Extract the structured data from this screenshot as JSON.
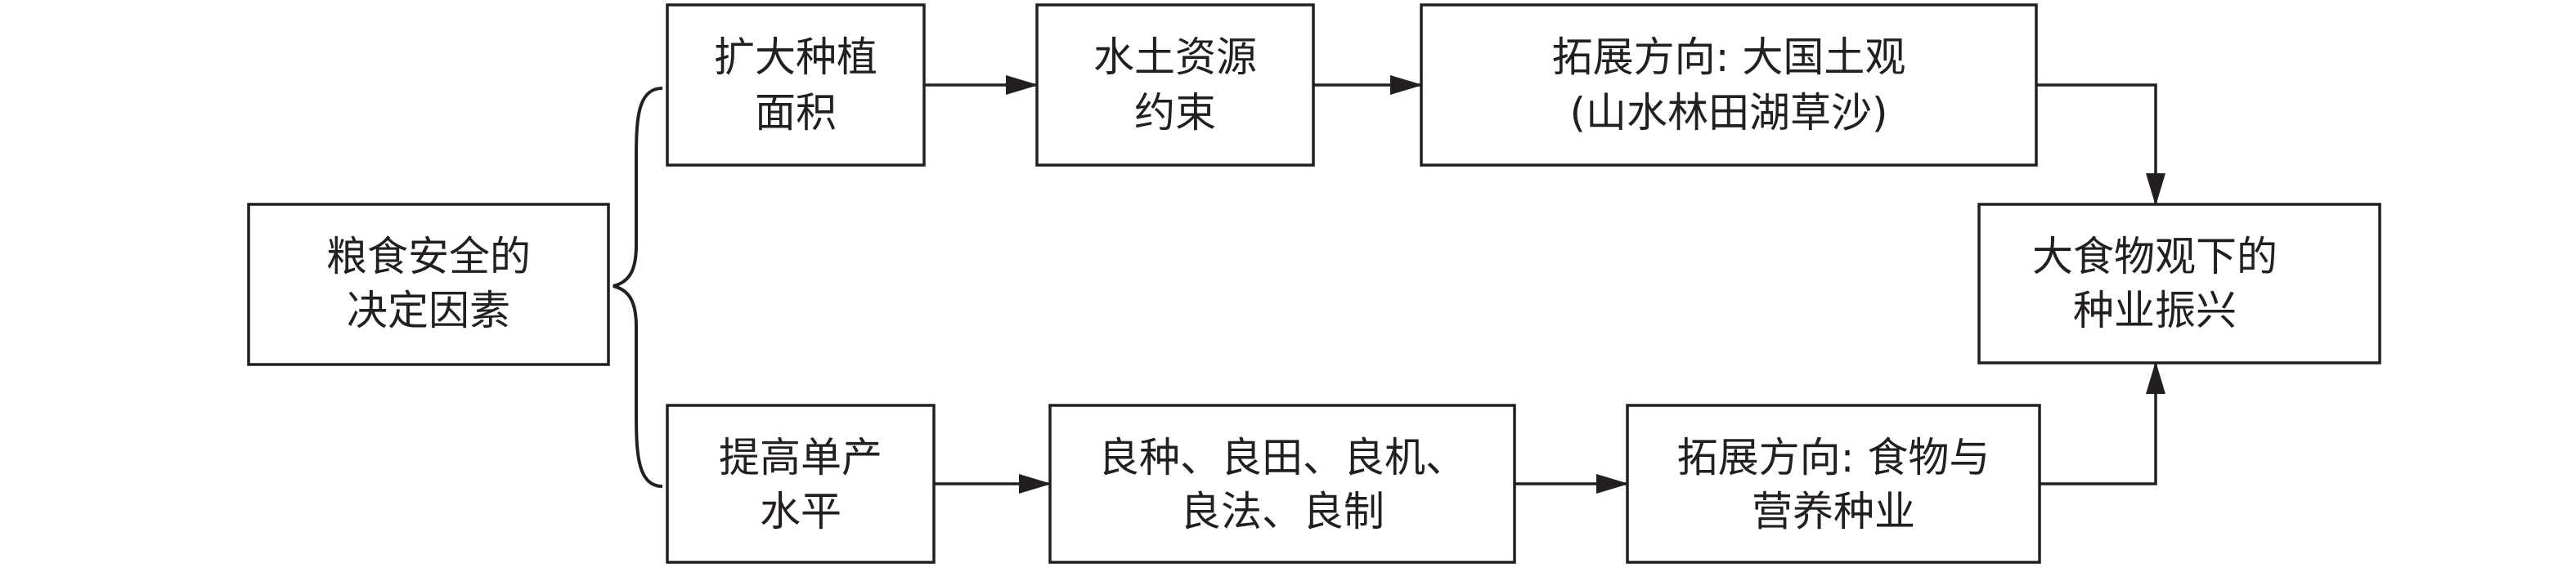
{
  "colors": {
    "line": "#231f20",
    "box_fill": "#ffffff",
    "background": "#ffffff"
  },
  "nodes": {
    "root": {
      "lines": [
        "粮食安全的",
        "决定因素"
      ]
    },
    "expand_area": {
      "lines": [
        "扩大种植",
        "面积"
      ]
    },
    "water_soil": {
      "lines": [
        "水土资源",
        "约束"
      ]
    },
    "direction_land": {
      "lines": [
        "拓展方向: 大国土观",
        "(山水林田湖草沙)"
      ]
    },
    "raise_yield": {
      "lines": [
        "提高单产",
        "水平"
      ]
    },
    "five_good": {
      "lines": [
        "良种、良田、良机、",
        "良法、良制"
      ]
    },
    "direction_food": {
      "lines": [
        "拓展方向: 食物与",
        "营养种业"
      ]
    },
    "target": {
      "lines": [
        "大食物观下的",
        "种业振兴"
      ]
    }
  }
}
